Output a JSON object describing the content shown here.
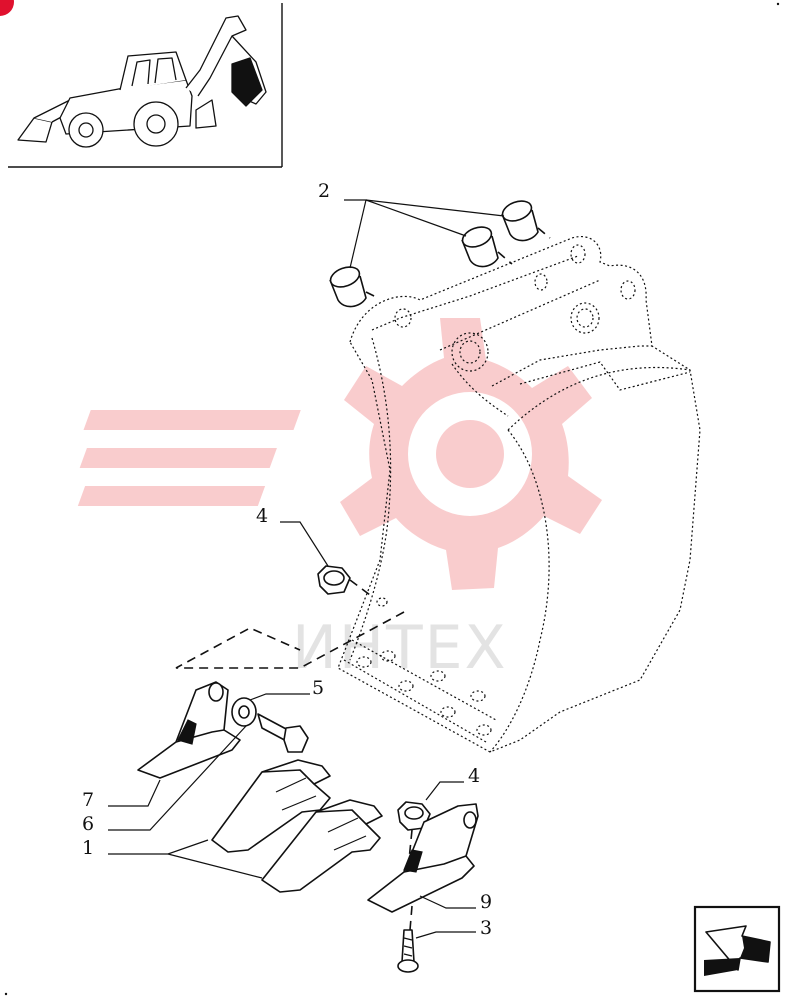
{
  "watermark": {
    "text": "ИНТЕХ",
    "color": "#e8474c"
  },
  "callouts": {
    "c1": "1",
    "c2": "2",
    "c3": "3",
    "c4a": "4",
    "c4b": "4",
    "c5": "5",
    "c6": "6",
    "c7": "7",
    "c9": "9"
  },
  "icons": [
    "backhoe-loader-thumbnail-icon",
    "next-page-arrow-icon"
  ],
  "colors": {
    "line": "#111111",
    "corner_badge": "#e0112e"
  }
}
